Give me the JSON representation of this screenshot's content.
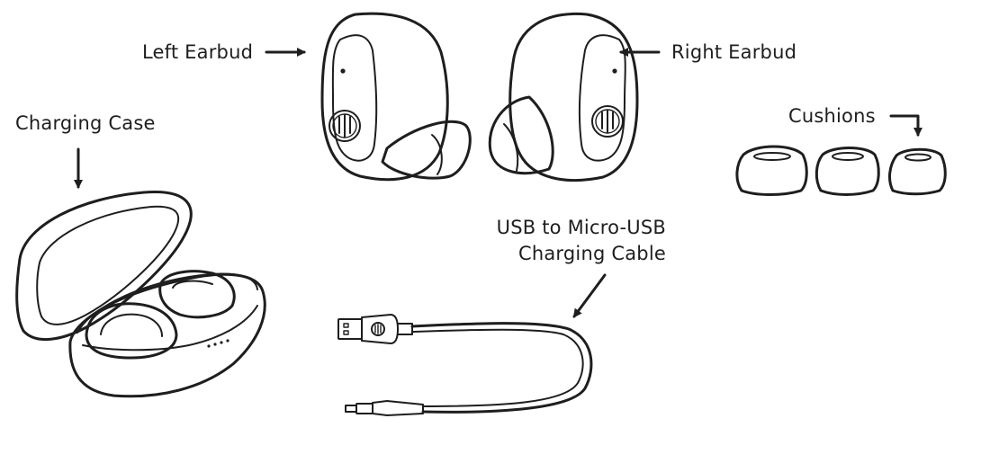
{
  "labels": {
    "left_earbud": "Left Earbud",
    "right_earbud": "Right Earbud",
    "charging_case": "Charging Case",
    "cushions": "Cushions",
    "cable_line1": "USB to Micro-USB",
    "cable_line2": "Charging Cable"
  },
  "colors": {
    "ink": "#1e1e1e",
    "background": "#ffffff"
  },
  "icons": {
    "arrow": "arrow-icon",
    "brand_logo": "brand-logo-icon"
  }
}
